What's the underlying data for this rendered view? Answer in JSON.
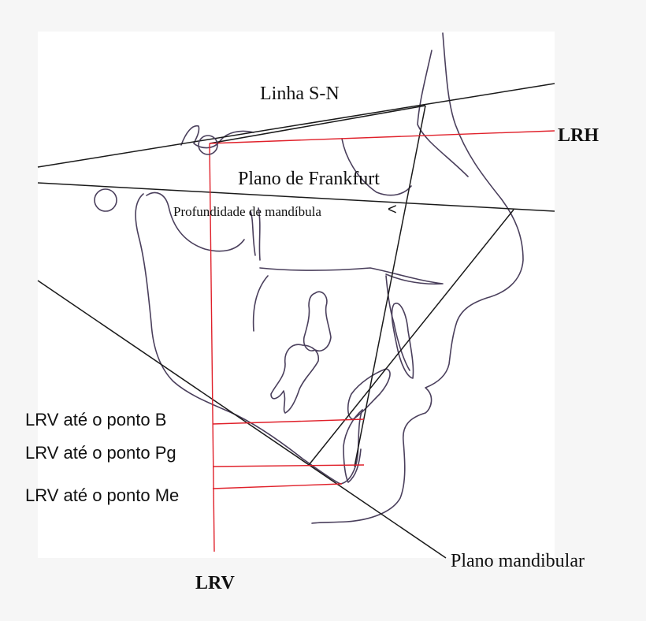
{
  "labels": {
    "linha_sn": "Linha S-N",
    "lrh": "LRH",
    "plano_frankfurt": "Plano de Frankfurt",
    "profundidade": "Profundidade de mandíbula",
    "angle_mark": "<",
    "lrv_b": "LRV até o ponto B",
    "lrv_pg": "LRV até o ponto Pg",
    "lrv_me": "LRV até o ponto Me",
    "plano_mandibular": "Plano mandibular",
    "lrv": "LRV"
  },
  "colors": {
    "background": "#f6f6f6",
    "panel": "#ffffff",
    "trace": "#4a3f5c",
    "line": "#1a1a1a",
    "reference": "#e0202a"
  }
}
